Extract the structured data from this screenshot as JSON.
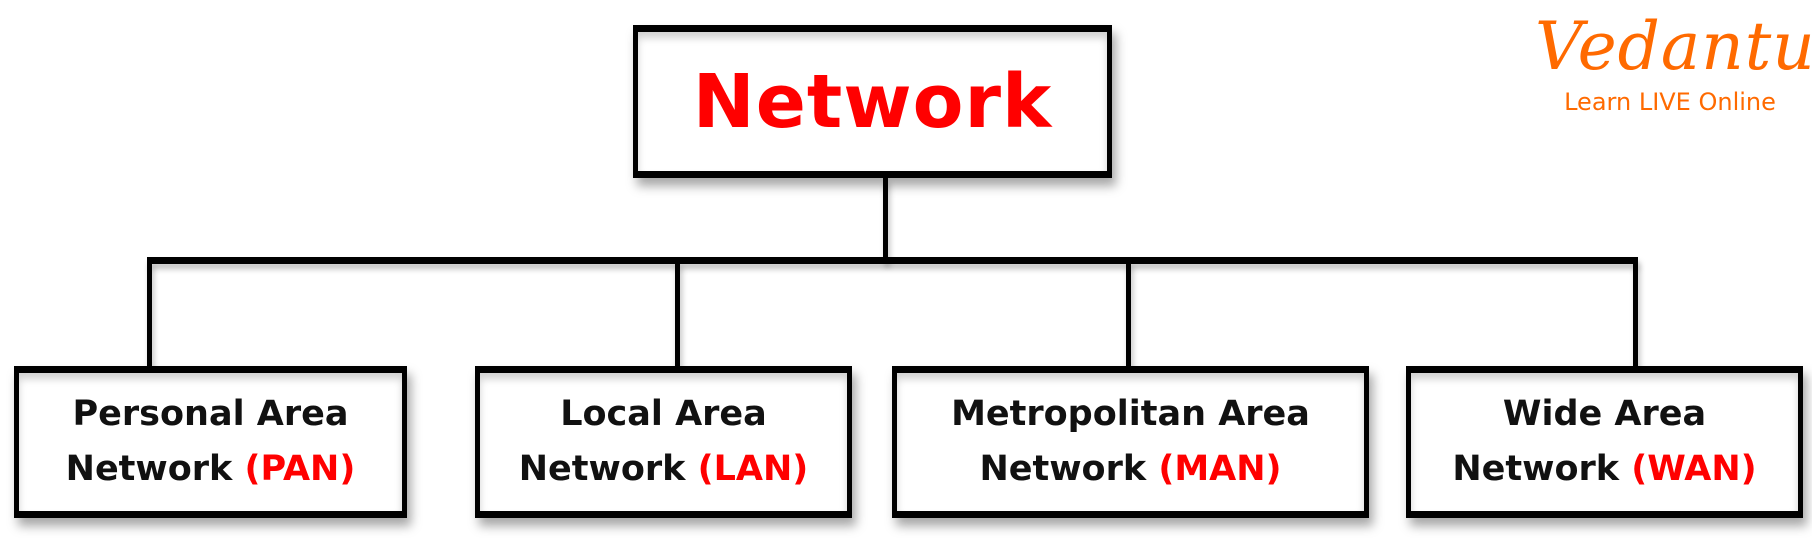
{
  "root": {
    "label": "Network"
  },
  "children": [
    {
      "line1": "Personal Area",
      "line2": "Network",
      "abbr": "(PAN)"
    },
    {
      "line1": "Local Area",
      "line2": "Network",
      "abbr": "(LAN)"
    },
    {
      "line1": "Metropolitan Area",
      "line2": "Network",
      "abbr": "(MAN)"
    },
    {
      "line1": "Wide Area",
      "line2": "Network",
      "abbr": "(WAN)"
    }
  ],
  "logo": {
    "brand": "Vedantu",
    "tagline": "Learn LIVE Online"
  },
  "colors": {
    "accent": "#ff0000",
    "brand": "#ff6a00",
    "border": "#000000"
  }
}
